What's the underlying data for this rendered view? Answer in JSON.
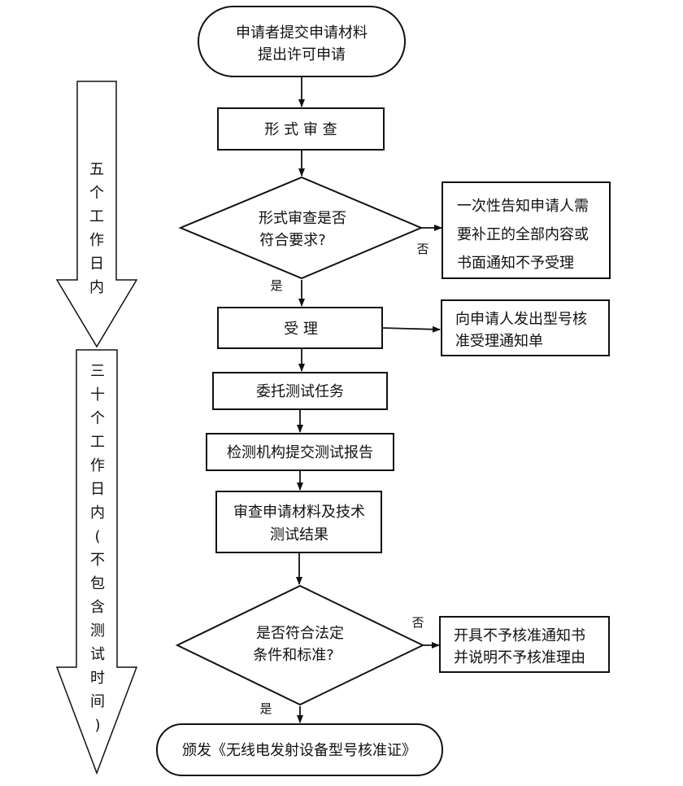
{
  "start": {
    "lines": [
      "申请者提交申请材料",
      "提出许可申请"
    ]
  },
  "formal_review": {
    "label": "形 式 审 查"
  },
  "decision1": {
    "lines": [
      "形式审查是否",
      "符合要求?"
    ],
    "yes": "是",
    "no": "否"
  },
  "supplement_note": {
    "lines": [
      "一次性告知申请人需",
      "要补正的全部内容或",
      "书面通知不予受理"
    ]
  },
  "accept": {
    "label": "受 理"
  },
  "accept_notice": {
    "lines": [
      "向申请人发出型号核",
      "准受理通知单"
    ]
  },
  "commission_test": {
    "label": "委托测试任务"
  },
  "submit_report": {
    "label": "检测机构提交测试报告"
  },
  "review_materials": {
    "lines": [
      "审查申请材料及技术",
      "测试结果"
    ]
  },
  "decision2": {
    "lines": [
      "是否符合法定",
      "条件和标准?"
    ],
    "yes": "是",
    "no": "否"
  },
  "reject_note": {
    "lines": [
      "开具不予核准通知书",
      "并说明不予核准理由"
    ]
  },
  "end": {
    "label": "颁发《无线电发射设备型号核准证》"
  },
  "timeline": {
    "phase1": [
      "五",
      "个",
      "工",
      "作",
      "日",
      "内"
    ],
    "phase2": [
      "三",
      "十",
      "个",
      "工",
      "作",
      "日",
      "内",
      "(",
      "不",
      "包",
      "含",
      "测",
      "试",
      "时",
      "间",
      ")"
    ]
  }
}
